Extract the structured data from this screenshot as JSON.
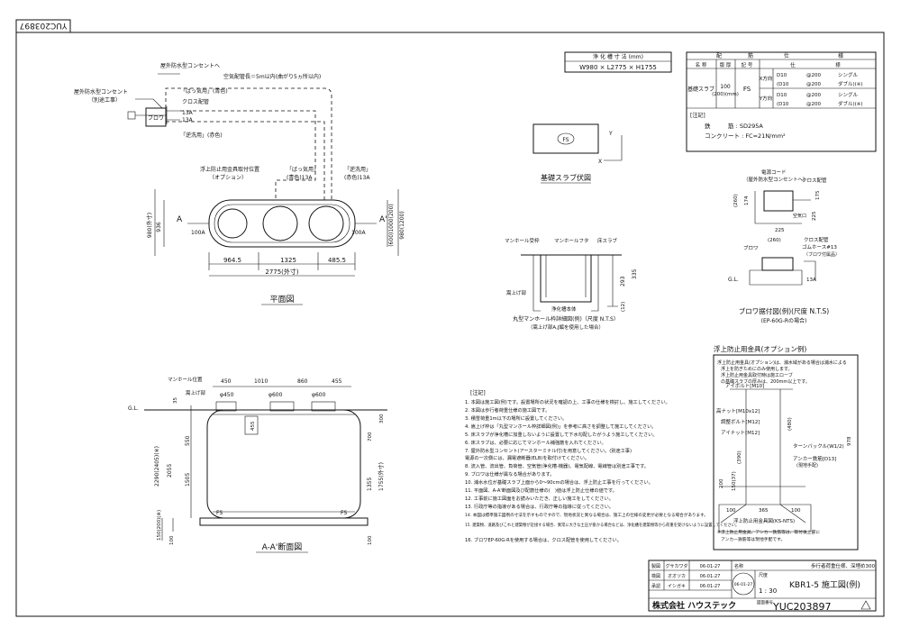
{
  "drawing_code_flipped": "YUC203897",
  "plan": {
    "title": "平面図",
    "labels": {
      "outdoor_outlet": "屋外防水型コンセント",
      "outdoor_outlet_sub": "（別途工事）",
      "outdoor_outlet_to": "屋外防水型コンセントへ",
      "air_pipe": "空気配管長＝5m以内(曲がり5ヵ所以内)",
      "aeration": "「ばっ気用」(青色)",
      "cross": "クロス配管",
      "pipe1": "13A",
      "pipe2": "13A",
      "backwash": "「逆洗用」(赤色)",
      "blower": "ブロワ",
      "anchor_pos": "浮上防止用金具取付位置",
      "anchor_pos_sub": "（オプション）",
      "aer2": "「ばっ気用」",
      "aer2b": "(青色)13A",
      "back2": "「逆洗用」",
      "back2b": "(赤色)13A",
      "in": "100A",
      "out": "100A",
      "A_left": "A",
      "A_right": "A'",
      "h_left": "936",
      "h_left2": "980(外寸)",
      "h_right": "(600)1000(200)",
      "h_right2": "980(1200)",
      "d1": "964.5",
      "d2": "1325",
      "d3": "485.5",
      "total": "2775(外寸)"
    }
  },
  "size_table": {
    "header": "浄 化 槽 寸 法 (mm)",
    "value": "W980 × L2775 × H1755"
  },
  "spec_table": {
    "head": [
      "配",
      "筋",
      "仕",
      "様"
    ],
    "cols": [
      "名 称",
      "版 厚",
      "記 号",
      "",
      "仕",
      "様"
    ],
    "name": "基礎スラブ",
    "thick": "100",
    "thick2": "(200)(mm)",
    "mark": "FS",
    "x": "X方向",
    "y": "Y方向",
    "rows": [
      [
        "D10",
        "@200",
        "シングル"
      ],
      [
        "(D10",
        "@200",
        "ダブル)(※)"
      ],
      [
        "D10",
        "@200",
        "シングル"
      ],
      [
        "(D10",
        "@200",
        "ダブル)(※)"
      ]
    ],
    "note_title": "[注記]",
    "rebar": "鉄　　　筋 : SD295A",
    "concrete": "コンクリート : FC=21N/mm²"
  },
  "slab": {
    "mark": "FS",
    "x": "X",
    "y": "Y",
    "title": "基礎スラブ伏図"
  },
  "manhole": {
    "l1": "マンホール受枠",
    "l2": "マンホールフタ",
    "l3": "床スラブ",
    "l4": "嵩上げ部",
    "l5": "浄化槽本体",
    "d1": "293",
    "d2": "335",
    "d3": "(12)",
    "title": "丸型マンホール枠詳細図(例)（尺度 N.T.S）",
    "sub": "（嵩上げ部A,J編を使用した場合）"
  },
  "blower_fig": {
    "cord": "電源コード",
    "cord2": "（屋外防水型コンセントへ）",
    "cross": "クロス配管",
    "air": "空気口",
    "d260a": "(260)",
    "d174": "174",
    "d175": "175",
    "d225": "225",
    "d225b": "225",
    "d260b": "(260)",
    "blower": "ブロワ",
    "cross2": "クロス配管",
    "hose": "ゴムホース#13",
    "hose2": "（ブロワ付属品）",
    "gl": "G.L.",
    "a13": "13A",
    "title": "ブロワ据付図(例)(尺度 N.T.S)",
    "sub": "(EP-60G-Rの場合)"
  },
  "anchor": {
    "title": "浮上防止用金具(オプション例)",
    "note1": "浮上防止用金具(オプション)は、浦水域がある場合は浦水による",
    "note2": "浮上を防ぎためにのみ使用します。",
    "note3": "浮上防止用金具取付時は施工ローブ",
    "note4": "の基礎スラブの厚みは、200mm以上です。",
    "eye": "アイボルト[M10]",
    "nut": "高ナット[M10x12]",
    "adj": "調整ボルト[M12]",
    "inut": "アイナット[M12]",
    "buckle": "ターンバックル(W1/2)",
    "anchor": "アンカー鉄筋[D13]",
    "anchor2": "(現地手配)",
    "d480": "(480)",
    "d978": "978",
    "d390": "(390)",
    "d150": "150(37)",
    "d100": "100",
    "d365": "365",
    "d100b": "100",
    "d200": "200",
    "caption": "浮上防止用金具図(KS-NTS)",
    "note5": "※浮上防止用金具、アンカー鉄筋等は、取付後上部に",
    "note6": "アンカー鉄筋等は現地手配です。"
  },
  "section": {
    "title": "A-A'断面図",
    "labels": {
      "mh": "マンホール位置",
      "raise": "嵩上げ部",
      "gl": "G.L.",
      "d450a": "450",
      "d1010": "1010",
      "d860": "860",
      "d455": "455",
      "phi450": "φ450",
      "phi600a": "φ600",
      "phi600b": "φ600",
      "d35": "35",
      "d550": "550",
      "d2055": "2055",
      "d1505": "1505",
      "d2290": "2290(2405)(※)",
      "d150": "150(200)(※)",
      "d100": "100",
      "d100b": "100",
      "d455b": "455",
      "d300": "300",
      "d700": "700",
      "d1755": "1755(外寸)",
      "d1355": "1355",
      "fs1": "FS",
      "fs2": "FS"
    }
  },
  "notes": {
    "title": "[注記]",
    "items": [
      "1. 本図は施工図(例)です。設置場所の状況を確認の上、工事の仕様を検討し、施工してください。",
      "2. 本図は歩行者荷重仕様の施工図です。",
      "3. 積雪荷重1m以下の場所に設置してください。",
      "4. 嵩上げ枠は「丸型マンホール枠詳細図(例)」を参考に高さを調整して施工してください。",
      "5. 床スラブが浄化槽に加重しないように設置して下水勾配したがうよう施工してください。",
      "6. 床スラブは、必要に応じてマンホール補強筋を入れてください。",
      "7. 屋外防水型コンセント(アースターミナル付)を用意してください。(別途工事)",
      "   電源の一次側には、漏電遮断器(ELB)を取付けてください。",
      "8. 流入管、流出管、負荷管、空気管(浄化槽-機器)、電気配線、電線管は別途工事です。",
      "9. ブロワは仕様が異なる場合があります。",
      "10. 浦水水位が基礎スラブ上面から0〜90cmの場合は、浮上防止工事を行ってください。",
      "11. 平面図、A-A'断面図及び配筋仕様の(　)値は浮上防止仕様の値です。",
      "12. 工事前に施工図面をお読みいただき、正しい施工をしてください。",
      "13. 行政庁等の指導がある場合は、行政庁等の指導に従ってください。",
      "14. 本図は標準施工図例の寸法を示すものですので、現地状況と異なる場合は、施工上の仕様の変更が必要となる場合があります。",
      "15. 建築物、道路及びこれと建築物が近接する場合、異常に大きな土圧が掛かる場合などは、浄化槽を建築物等から荷重を受けないように設置してください。",
      "16. ブロワEP-60G-Rを使用する場合は、クロス配管を使用してください。"
    ]
  },
  "title_block": {
    "r1": [
      "製図",
      "グサカワダ",
      "06-01-27"
    ],
    "r2": [
      "検図",
      "オオツカ",
      "06-01-27"
    ],
    "r3": [
      "承認",
      "イシガキ",
      "06-01-27"
    ],
    "spec": "歩行者荷重仕様、深埋め300",
    "stamp": "06-01-27",
    "scale_label": "尺度",
    "scale": "1 : 30",
    "name": "KBR1-5 施工図(例)",
    "drawing_label": "図面番号",
    "code": "YUC203897",
    "company": "株式会社 ハウステック",
    "name_label": "名称"
  }
}
